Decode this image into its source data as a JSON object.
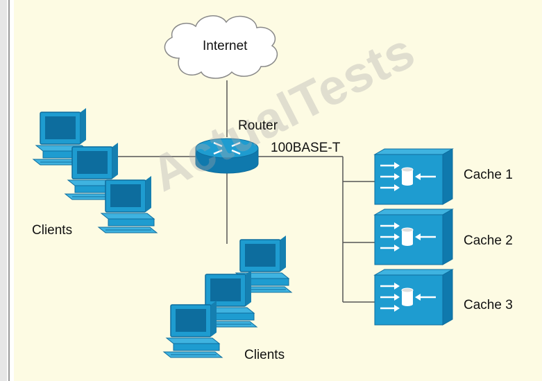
{
  "labels": {
    "internet": "Internet",
    "router": "Router",
    "link": "100BASE-T",
    "clients_left": "Clients",
    "clients_bottom": "Clients",
    "cache1": "Cache 1",
    "cache2": "Cache 2",
    "cache3": "Cache 3"
  },
  "watermark": "ActualTests",
  "colors": {
    "background": "#fdfbe3",
    "device": "#1e9cd0",
    "device_dark": "#0d6d9e",
    "line": "#555555"
  }
}
